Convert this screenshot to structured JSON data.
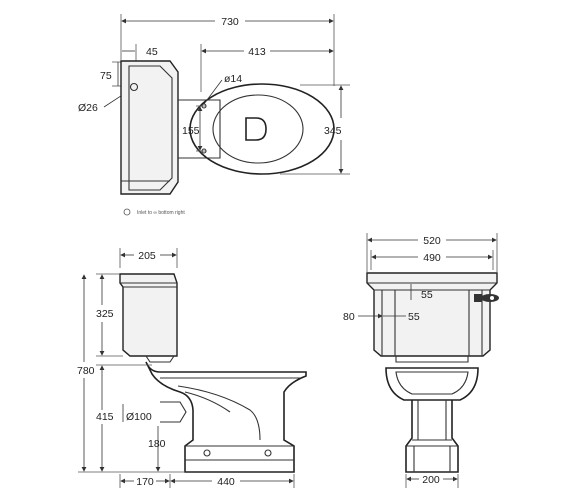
{
  "top_view": {
    "width_total": "730",
    "cistern_offset": "45",
    "bowl_depth": "413",
    "inlet_height": "75",
    "inlet_dia": "Ø26",
    "fixing_dia": "ø14",
    "fixing_span": "155",
    "bowl_width": "345",
    "note": "Inlet to ∞ bottom right"
  },
  "side_view": {
    "cistern_width": "205",
    "cistern_height": "325",
    "total_height": "780",
    "seat_height": "415",
    "outlet_dia": "Ø100",
    "outlet_height": "180",
    "outlet_offset": "170",
    "base_length": "440"
  },
  "front_view": {
    "lid_width": "520",
    "cistern_width": "490",
    "lever_offset_v": "55",
    "lever_offset_h": "55",
    "lever_side": "80",
    "foot_width": "200"
  }
}
